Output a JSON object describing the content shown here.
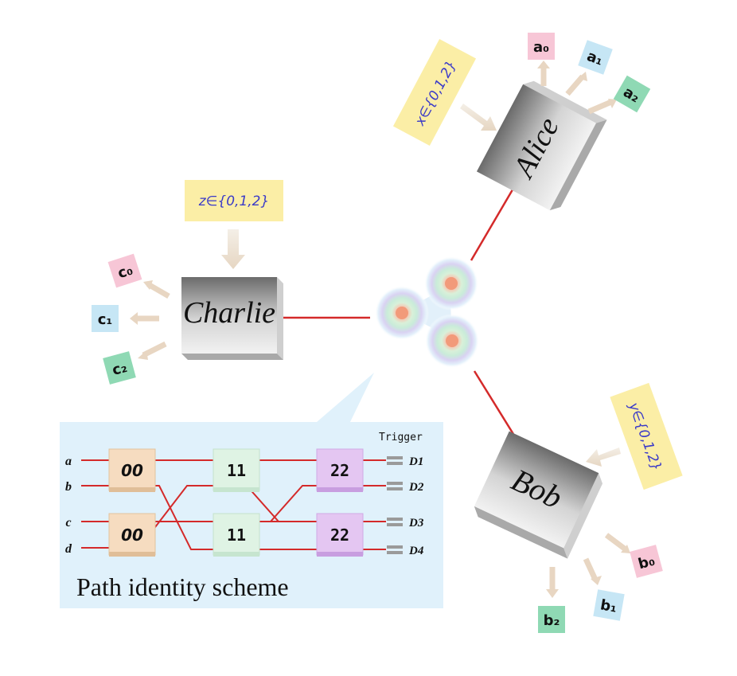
{
  "parties": {
    "alice": "Alice",
    "bob": "Bob",
    "charlie": "Charlie"
  },
  "inputs": {
    "alice": "x∈{0,1,2}",
    "bob": "y∈{0,1,2}",
    "charlie": "z∈{0,1,2}"
  },
  "outputs": {
    "alice": [
      "a₀",
      "a₁",
      "a₂"
    ],
    "bob": [
      "b₀",
      "b₁",
      "b₂"
    ],
    "charlie": [
      "c₀",
      "c₁",
      "c₂"
    ]
  },
  "scheme": {
    "title": "Path identity scheme",
    "trigger": "Trigger",
    "paths": [
      "a",
      "b",
      "c",
      "d"
    ],
    "detectors": [
      "D1",
      "D2",
      "D3",
      "D4"
    ],
    "crystals": [
      "00",
      "00",
      "11",
      "11",
      "22",
      "22"
    ]
  },
  "colors": {
    "fiber": "#d42a2a",
    "input_box": "#fbeea6",
    "output_pink": "#f7c6d6",
    "output_blue": "#c6e6f5",
    "output_green": "#8fd9b4",
    "crystal_00": "#f6dcc0",
    "crystal_11": "#dff3e4",
    "crystal_22": "#e4c6f2",
    "panel": "#d5ecfa",
    "label_ink": "#3a3ac8"
  }
}
